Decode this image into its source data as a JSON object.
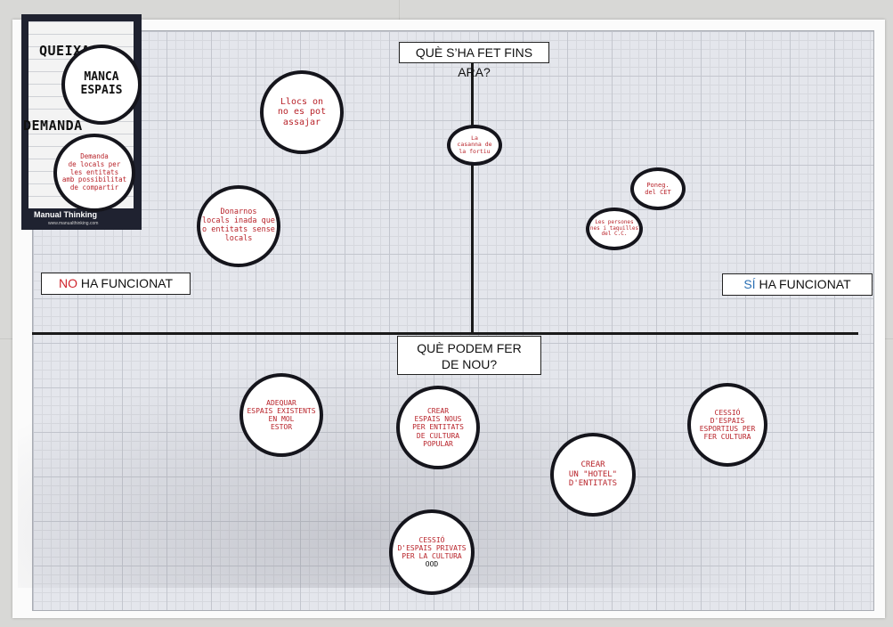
{
  "axes": {
    "top": "QUÈ S’HA FET FINS ARA?",
    "bottom_line1": "QUÈ PODEM FER",
    "bottom_line2": "DE NOU?",
    "left_prefix": "NO",
    "left_rest": " HA FUNCIONAT",
    "right_prefix": "SÍ",
    "right_rest": " HA FUNCIONAT"
  },
  "card": {
    "label_complaint": "QUEIXA",
    "label_demand": "DEMANDA",
    "brand": "Manual Thinking",
    "brand_url": "www.manualthinking.com",
    "complaint_note": [
      "MANCA",
      "ESPAIS"
    ],
    "demand_note": [
      "Demanda",
      "de locals per",
      "les entitats",
      "amb possibilitat",
      "de compartir"
    ]
  },
  "notes": {
    "llocs": [
      "Llocs on",
      "no es pot",
      "assajar"
    ],
    "casanova": [
      "La",
      "casanna de",
      "la fortiu"
    ],
    "donarnos": [
      "Donarnos",
      "locals inada que",
      "o entitats sense",
      "locals"
    ],
    "pones": [
      "Poneg.",
      "del CET"
    ],
    "persones": [
      "Les persones",
      "nes i taquilles",
      "del C.C."
    ],
    "adequar": [
      "ADEQUAR",
      "ESPAIS EXISTENTS",
      "EN MOL",
      "ESTOR"
    ],
    "crear_espais": [
      "CREAR",
      "ESPAIS NOUS",
      "PER ENTITATS",
      "DE CULTURA",
      "POPULAR"
    ],
    "hotel": [
      "CREAR",
      "UN \"HOTEL\"",
      "D'ENTITATS"
    ],
    "cessio_espais": [
      "CESSIÓ",
      "D'ESPAIS",
      "ESPORTIUS PER",
      "FER CULTURA"
    ],
    "cessio_privats": [
      "CESSIÓ",
      "D'ESPAIS PRIVATS",
      "PER LA CULTURA",
      "OOD"
    ]
  }
}
